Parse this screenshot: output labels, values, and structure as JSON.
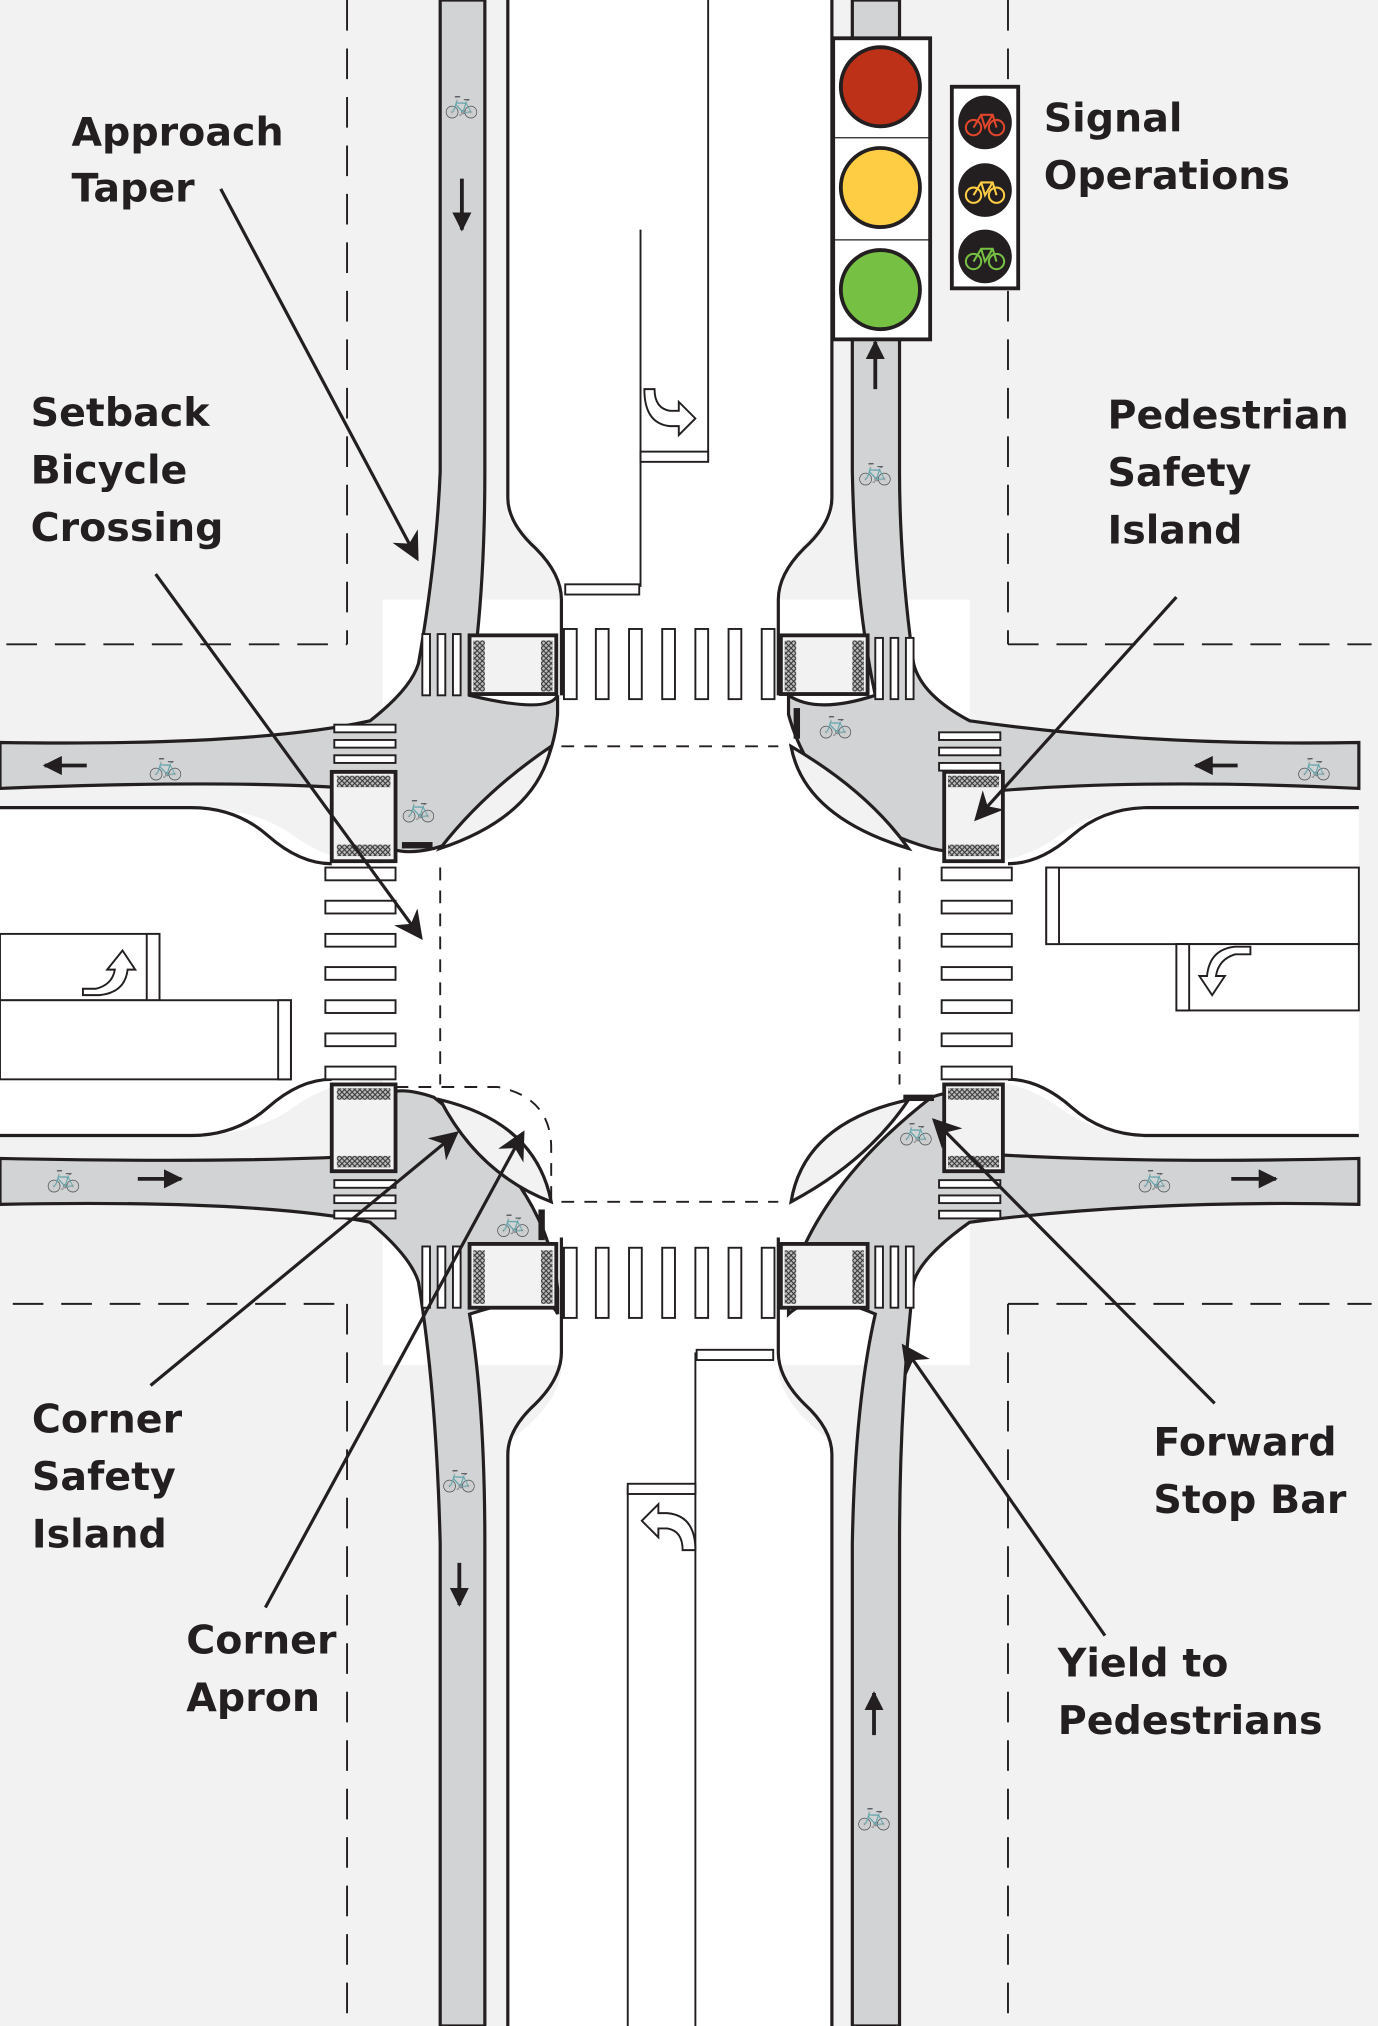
{
  "title": "Protected intersection design elements",
  "labels": {
    "approach_taper": [
      "Approach",
      "Taper"
    ],
    "setback_crossing": [
      "Setback",
      "Bicycle",
      "Crossing"
    ],
    "signal_operations": [
      "Signal",
      "Operations"
    ],
    "ped_safety_island": [
      "Pedestrian",
      "Safety",
      "Island"
    ],
    "corner_safety_island": [
      "Corner",
      "Safety",
      "Island"
    ],
    "corner_apron": [
      "Corner",
      "Apron"
    ],
    "forward_stop_bar": [
      "Forward",
      "Stop Bar"
    ],
    "yield_to_peds": [
      "Yield to",
      "Pedestrians"
    ]
  },
  "signal": {
    "vehicle_lamps": [
      "#bd3118",
      "#fecd44",
      "#76c043"
    ],
    "bike_lamps": [
      "#e0462a",
      "#fecd44",
      "#76c043"
    ]
  },
  "colors": {
    "background": "#f1f2f1",
    "bike_lane": "#d1d3d4",
    "ink": "#231f20",
    "roadway": "#ffffff"
  }
}
